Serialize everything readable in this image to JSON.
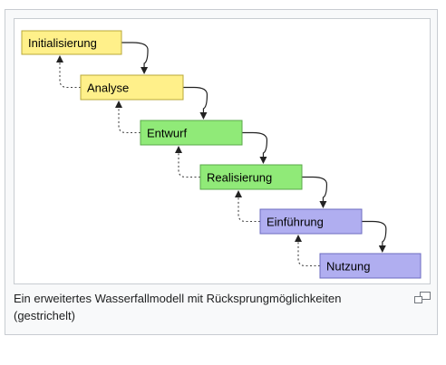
{
  "diagram": {
    "stages": [
      {
        "label": "Initialisierung",
        "fill": "#fff08a",
        "stroke": "#b8a838"
      },
      {
        "label": "Analyse",
        "fill": "#fff08a",
        "stroke": "#b8a838"
      },
      {
        "label": "Entwurf",
        "fill": "#90ea78",
        "stroke": "#5aa84a"
      },
      {
        "label": "Realisierung",
        "fill": "#90ea78",
        "stroke": "#5aa84a"
      },
      {
        "label": "Einführung",
        "fill": "#b0aef0",
        "stroke": "#6e6cc0"
      },
      {
        "label": "Nutzung",
        "fill": "#b0aef0",
        "stroke": "#6e6cc0"
      }
    ],
    "forward_arrow_style": "solid",
    "return_arrow_style": "dashed"
  },
  "caption": {
    "text": "Ein erweitertes Wasserfallmodell mit Rücksprungmöglichkeiten (gestrichelt)"
  },
  "icons": {
    "enlarge": "magnify-icon"
  }
}
